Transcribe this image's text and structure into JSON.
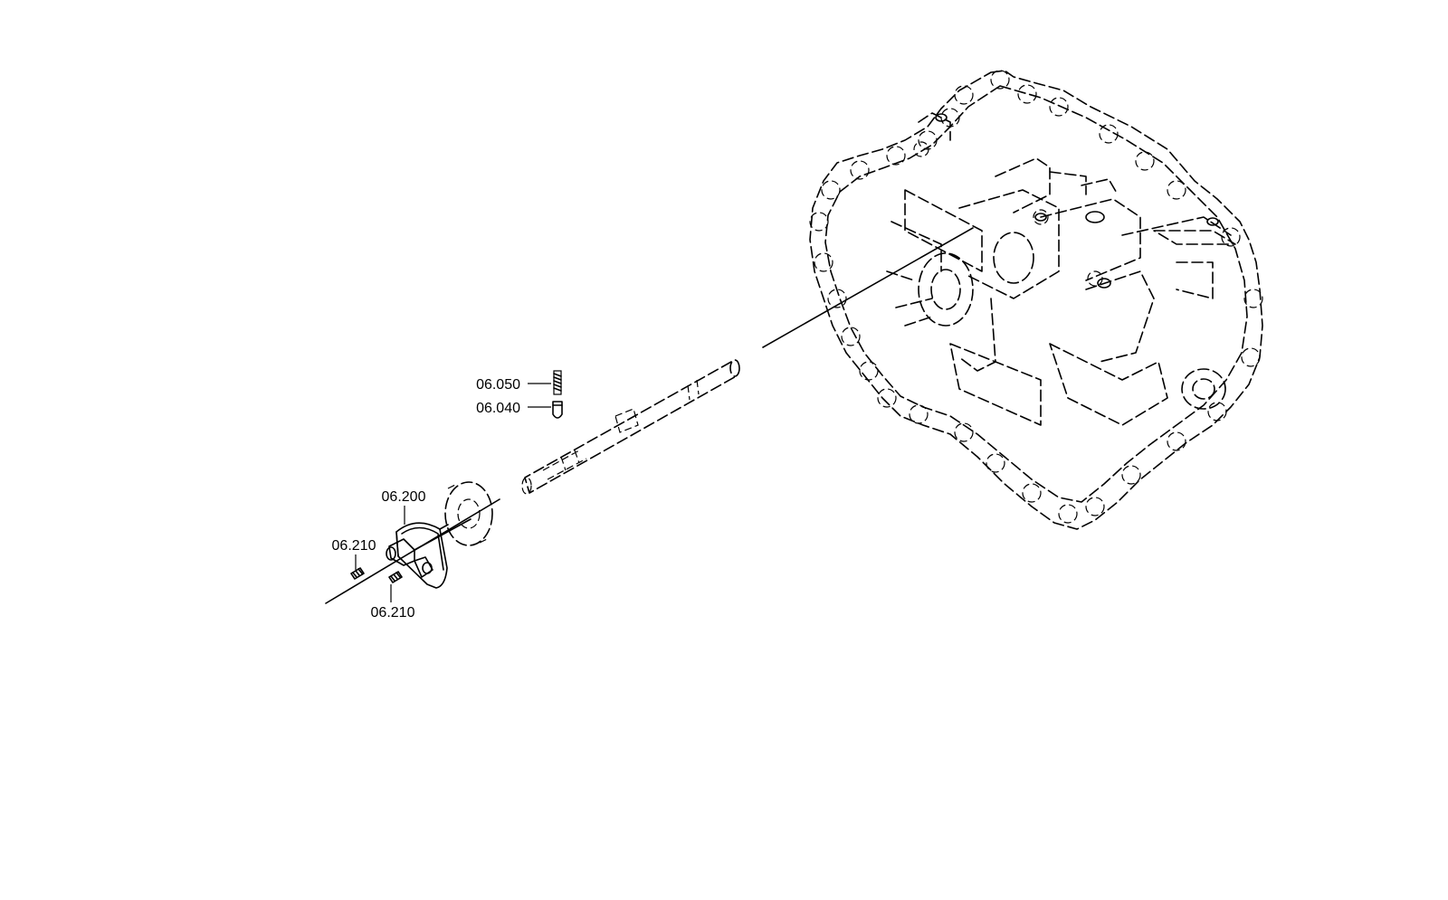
{
  "callouts": [
    {
      "id": "c1",
      "label": "06.050"
    },
    {
      "id": "c2",
      "label": "06.040"
    },
    {
      "id": "c3",
      "label": "06.200"
    },
    {
      "id": "c4",
      "label": "06.210"
    },
    {
      "id": "c5",
      "label": "06.210"
    }
  ]
}
